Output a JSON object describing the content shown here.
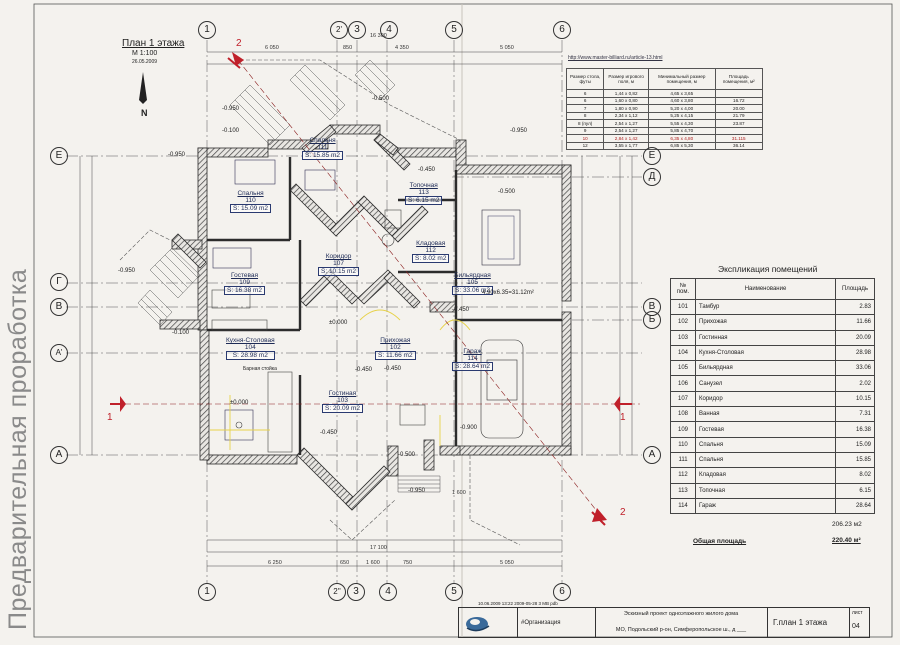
{
  "side_label": "Предварительная проработка",
  "plan_title": "План 1 этажа",
  "plan_scale": "М 1:100",
  "plan_date": "26.05.2009",
  "north_label": "N",
  "url_text": "http://www.master-billiard.ru/article-13.html",
  "pool_table": {
    "headers": [
      "Размер стола, футы",
      "Размер игрового поля, м",
      "Минимальный размер помещения, м",
      "Площадь помещения, м²"
    ],
    "rows": [
      [
        "6",
        "1,44 x 0,82",
        "4,65 x 3,65",
        ""
      ],
      [
        "6",
        "1,60 x 0,80",
        "4,60 x 3,80",
        "16.72"
      ],
      [
        "7",
        "1,80 x 0,90",
        "5,20 x 4,00",
        "20.00"
      ],
      [
        "8",
        "2,34 x 1,12",
        "5,25 x 4,15",
        "21.79"
      ],
      [
        "8 (пул)",
        "2,54 x 1,27",
        "5,55 x 4,30",
        "23.87"
      ],
      [
        "9",
        "2,54 x 1,27",
        "5,85 x 4,70",
        ""
      ],
      [
        "10",
        "2,84 x 1,42",
        "6,35 x 4,80",
        "31.115"
      ],
      [
        "12",
        "3,55 x 1,77",
        "6,85 x 5,30",
        "36.14"
      ]
    ],
    "highlight_row": 6
  },
  "explication": {
    "title": "Экспликация помещений",
    "headers": [
      "№ пом.",
      "Наименование",
      "Площадь"
    ],
    "rows": [
      [
        "101",
        "Тамбур",
        "2.83"
      ],
      [
        "102",
        "Прихожая",
        "11.66"
      ],
      [
        "103",
        "Гостинная",
        "20.09"
      ],
      [
        "104",
        "Кухня-Столовая",
        "28.98"
      ],
      [
        "105",
        "Бильярдная",
        "33.06"
      ],
      [
        "106",
        "Санузел",
        "2.02"
      ],
      [
        "107",
        "Коридор",
        "10.15"
      ],
      [
        "108",
        "Ванная",
        "7.31"
      ],
      [
        "109",
        "Гостевая",
        "16.38"
      ],
      [
        "110",
        "Спальня",
        "15.09"
      ],
      [
        "111",
        "Спальня",
        "15.85"
      ],
      [
        "112",
        "Кладовая",
        "8.02"
      ],
      [
        "113",
        "Топочная",
        "6.15"
      ],
      [
        "114",
        "Гараж",
        "28.64"
      ]
    ],
    "subtotal": "206.23 м2",
    "total_label": "Общая площадь",
    "total": "220.40 м²"
  },
  "rooms": [
    {
      "name": "Спальня",
      "num": "111",
      "area": "S: 15.85 m2"
    },
    {
      "name": "Спальня",
      "num": "110",
      "area": "S: 15.09 m2"
    },
    {
      "name": "Топочная",
      "num": "113",
      "area": "S: 6.15 m2"
    },
    {
      "name": "Кладовая",
      "num": "112",
      "area": "S: 8.02 m2"
    },
    {
      "name": "Гостевая",
      "num": "109",
      "area": "S: 16.38 m2"
    },
    {
      "name": "Кухня-Столовая",
      "num": "104",
      "area": "S: 28.98 m2"
    },
    {
      "name": "Прихожая",
      "num": "102",
      "area": "S: 11.66 m2"
    },
    {
      "name": "Гостиная",
      "num": "103",
      "area": "S: 20.09 m2"
    },
    {
      "name": "Гараж",
      "num": "114",
      "area": "S: 28.64 m2"
    },
    {
      "name": "Бильярдная",
      "num": "105",
      "area": "S: 33.06 m2"
    },
    {
      "name": "Коридор",
      "num": "107",
      "area": "S: 10.15 m2"
    }
  ],
  "axes_top": [
    "1",
    "2'",
    "3",
    "4",
    "5",
    "6"
  ],
  "axes_bottom": [
    "1",
    "2''",
    "3",
    "4",
    "5",
    "6"
  ],
  "axes_left": [
    "Е",
    "Г",
    "В",
    "А'",
    "А"
  ],
  "axes_right": [
    "Е",
    "Д",
    "В",
    "Б",
    "А"
  ],
  "section_marks": [
    "1",
    "1",
    "2",
    "2"
  ],
  "billiard_note": "4.90x6.35=31.12m²",
  "bar_counter": "Барная стойка",
  "dims_top": [
    "6 050",
    "850",
    "4 350",
    "5 050",
    "16 300"
  ],
  "dims_bottom": [
    "6 250",
    "650",
    "1 600",
    "750",
    "5 050",
    "17 100",
    "1 600"
  ],
  "levels": [
    "-0.950",
    "-0.100",
    "-0.950",
    "-0.500",
    "-0.950",
    "-0.450",
    "-0.500",
    "±0.000",
    "-0.450",
    "-0.450",
    "±0.000",
    "-0.450",
    "-0.900",
    "-0.500",
    "-0.950",
    "-0.100",
    "-0.950",
    "-0.450"
  ],
  "stamp": {
    "org": "#Организация",
    "project": "Эскизный проект одноэтажного жилого дома",
    "address": "МО, Подольский р-он, Симферопольское ш., д ___",
    "sheet_name": "Г.план 1 этажа",
    "sheet_label": "лист",
    "sheet_no": "04",
    "meta": "10.06.2009 13:22     2009-05-28 3 MB pdb"
  },
  "colors": {
    "wall": "#3a3a3a",
    "hatch": "#777777",
    "room_text": "#1d2a55",
    "red": "#c0202a"
  }
}
